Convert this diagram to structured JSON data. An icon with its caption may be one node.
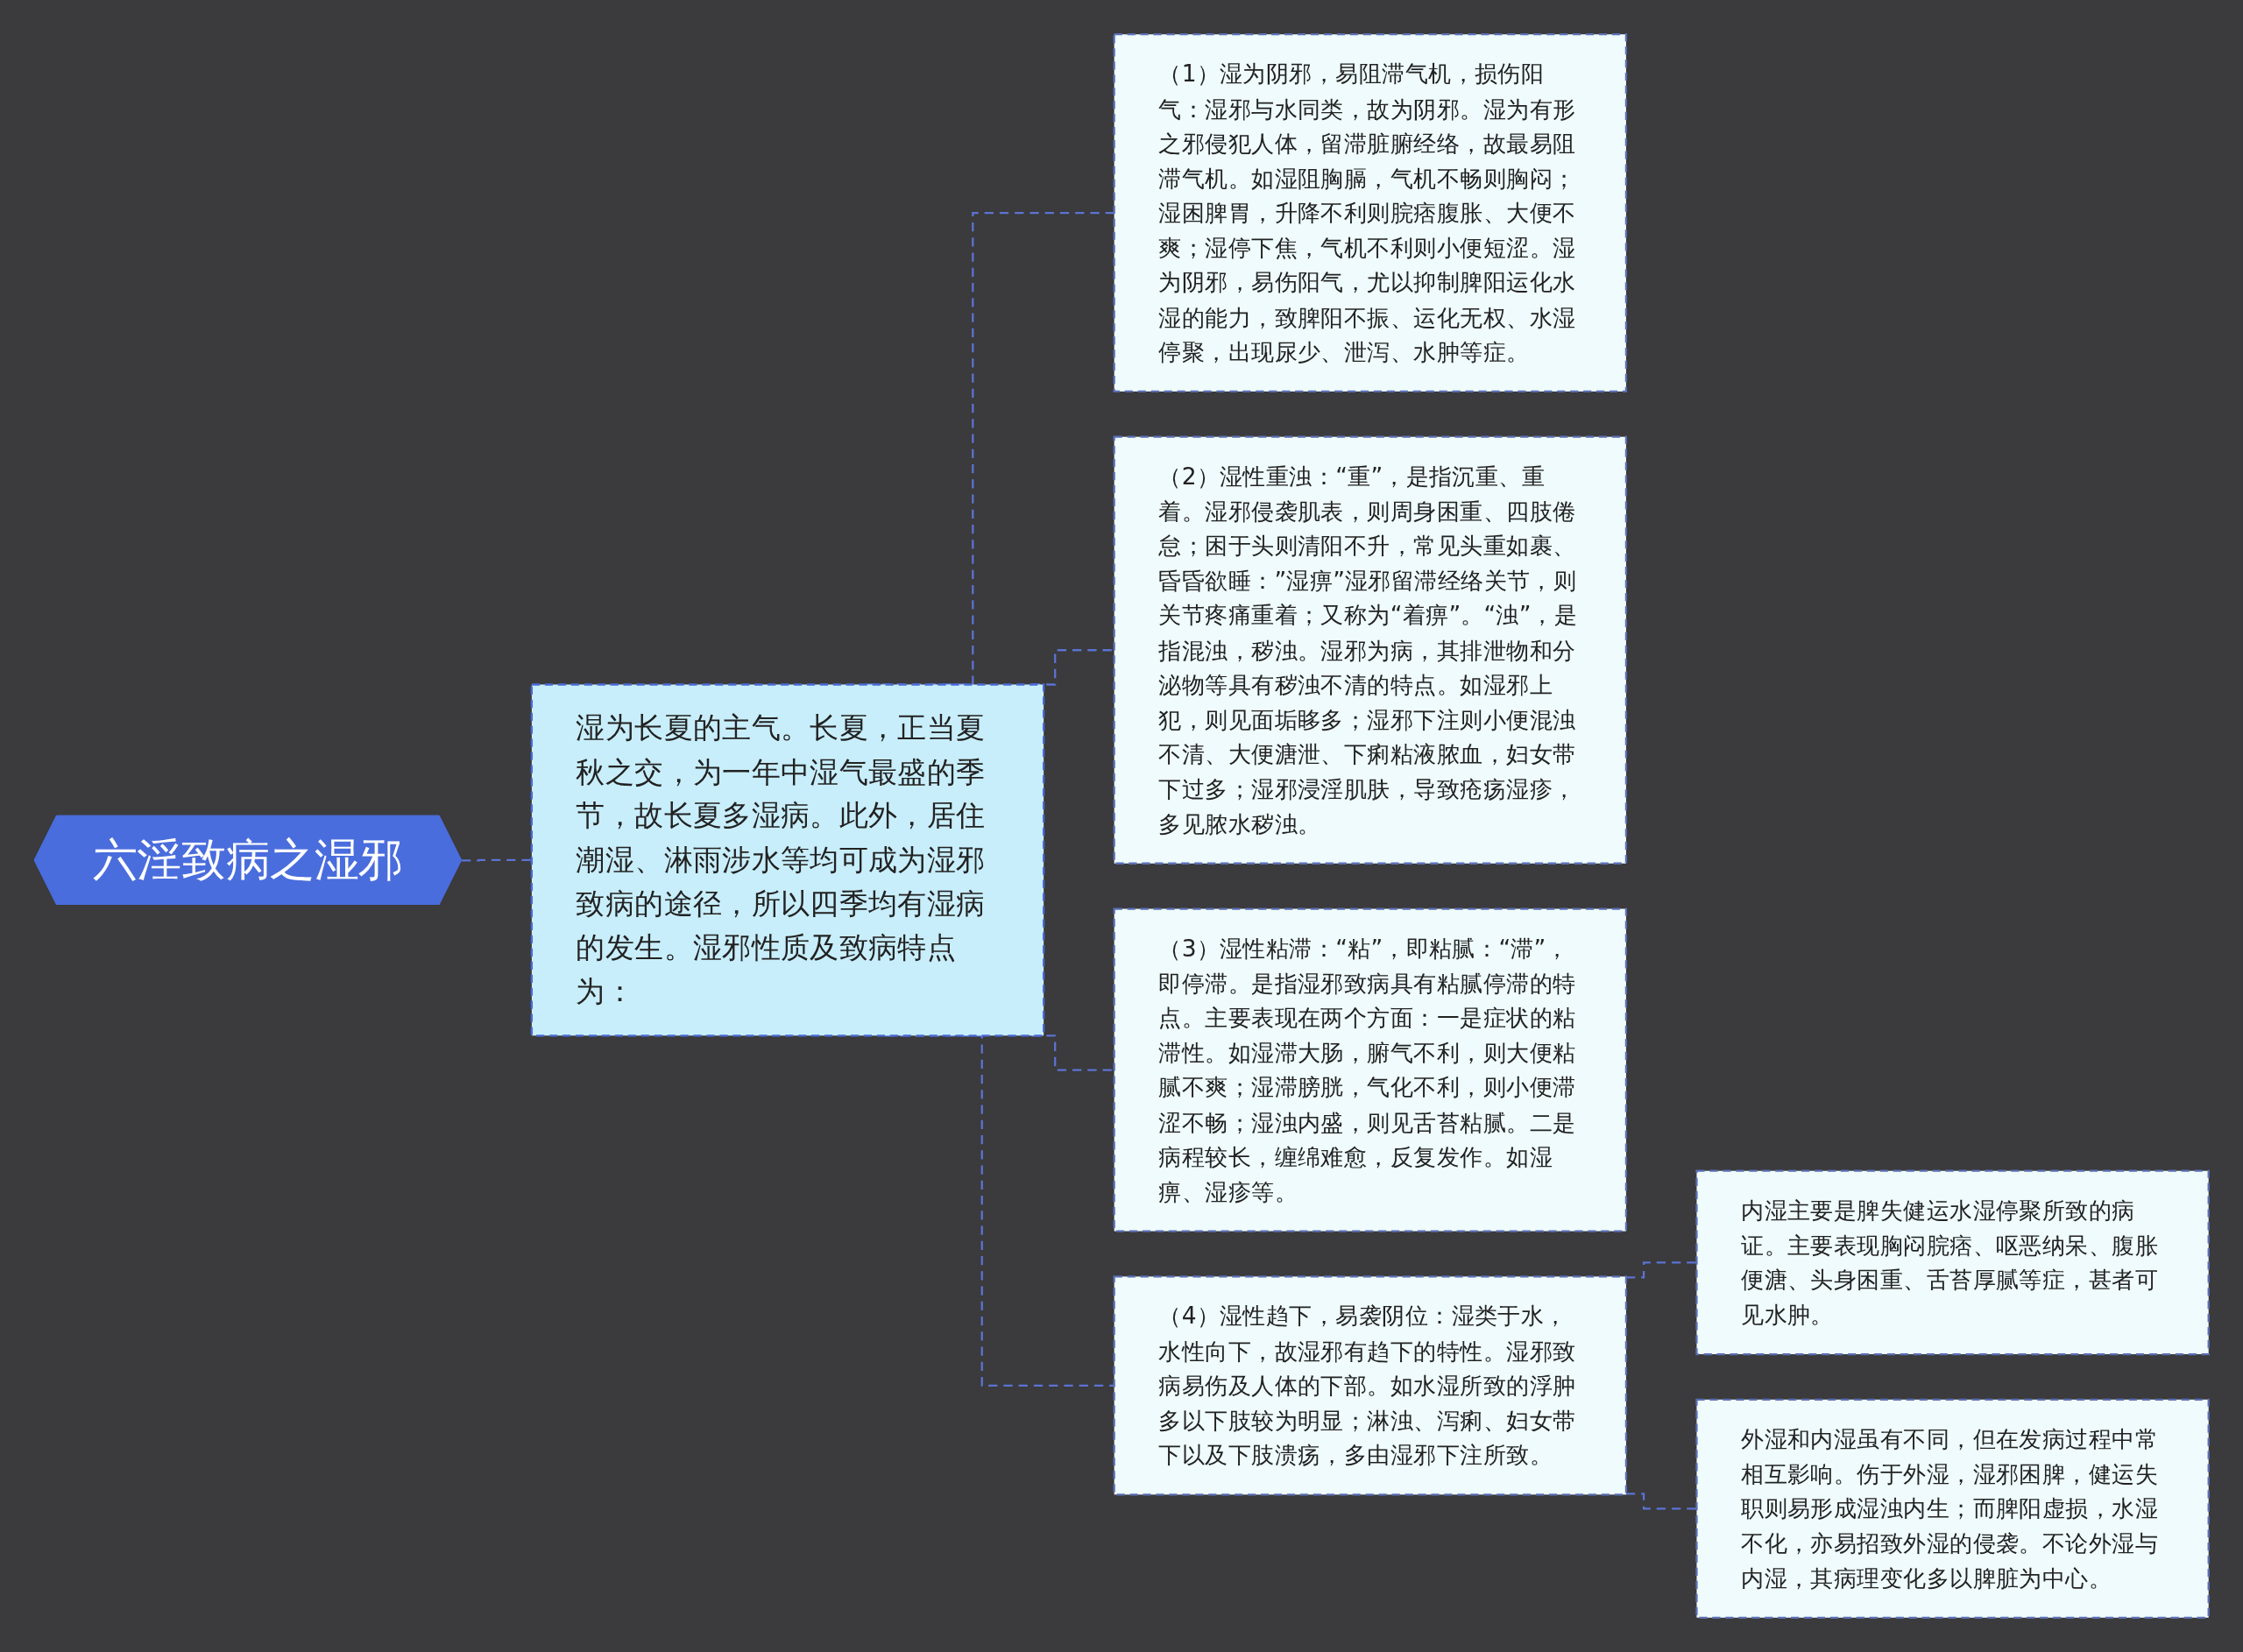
{
  "diagram": {
    "nodes": [
      {
        "text": [
          "六淫致病之湿邪"
        ]
      },
      {
        "text": [
          "湿为长夏的主气。长夏，正当夏秋之交，为一年中湿气最盛的季节，故长夏多湿病。此外，居住潮湿、淋雨涉水等均可成为湿邪致病的途径，所以四季均有湿病的发生。湿邪性质及致病特点为："
        ]
      },
      {
        "text": [
          "（1）湿为阴邪，易阻滞气机，损伤阳气：湿邪与水同类，故为阴邪。湿为有形之邪侵犯人体，留滞脏腑经络，故最易阻滞气机。如湿阻胸膈，气机不畅则胸闷；湿困脾胃，升降不利则脘痞腹胀、大便不爽；湿停下焦，气机不利则小便短涩。湿为阴邪，易伤阳气，尤以抑制脾阳运化水湿的能力，致脾阳不振、运化无权、水湿停聚，出现尿少、泄泻、水肿等症。"
        ]
      },
      {
        "text": [
          "（2）湿性重浊：“重”，是指沉重、重着。湿邪侵袭肌表，则周身困重、四肢倦怠；困于头则清阳不升，常见头重如裹、昏昏欲睡：”湿痹”湿邪留滞经络关节，则关节疼痛重着；又称为“着痹”。“浊”，是指混浊，秽浊。湿邪为病，其排泄物和分泌物等具有秽浊不清的特点。如湿邪上犯，则见面垢眵多；湿邪下注则小便混浊不清、大便溏泄、下痢粘液脓血，妇女带下过多；湿邪浸淫肌肤，导致疮疡湿疹，多见脓水秽浊。"
        ]
      },
      {
        "text": [
          "（3）湿性粘滞：“粘”，即粘腻：“滞”，即停滞。是指湿邪致病具有粘腻停滞的特点。主要表现在两个方面：一是症状的粘滞性。如湿滞大肠，腑气不利，则大便粘腻不爽；湿滞膀胱，气化不利，则小便滞涩不畅；湿浊内盛，则见舌苔粘腻。二是病程较长，缠绵难愈，反复发作。如湿痹、湿疹等。"
        ]
      },
      {
        "text": [
          "（4）湿性趋下，易袭阴位：湿类于水，水性向下，故湿邪有趋下的特性。湿邪致病易伤及人体的下部。如水湿所致的浮肿多以下肢较为明显；淋浊、泻痢、妇女带下以及下肢溃疡，多由湿邪下注所致。"
        ]
      },
      {
        "text": [
          "内湿主要是脾失健运水湿停聚所致的病证。主要表现胸闷脘痞、呕恶纳呆、腹胀便溏、头身困重、舌苔厚腻等症，甚者可见水肿。"
        ]
      },
      {
        "text": [
          "外湿和内湿虽有不同，但在发病过程中常相互影响。伤于外湿，湿邪困脾，健运失职则易形成湿浊内生；而脾阳虚损，水湿不化，亦易招致外湿的侵袭。不论外湿与内湿，其病理变化多以脾脏为中心。"
        ]
      }
    ],
    "edges": [
      {
        "from": 0,
        "to": 1,
        "arrow": "none",
        "style": "dashed"
      },
      {
        "from": 1,
        "to": 2,
        "arrow": "none",
        "style": "dashed"
      },
      {
        "from": 1,
        "to": 3,
        "arrow": "none",
        "style": "dashed"
      },
      {
        "from": 1,
        "to": 4,
        "arrow": "none",
        "style": "dashed"
      },
      {
        "from": 1,
        "to": 5,
        "arrow": "none",
        "style": "dashed"
      },
      {
        "from": 5,
        "to": 6,
        "arrow": "none",
        "style": "dashed"
      },
      {
        "from": 5,
        "to": 7,
        "arrow": "none",
        "style": "dashed"
      }
    ]
  }
}
